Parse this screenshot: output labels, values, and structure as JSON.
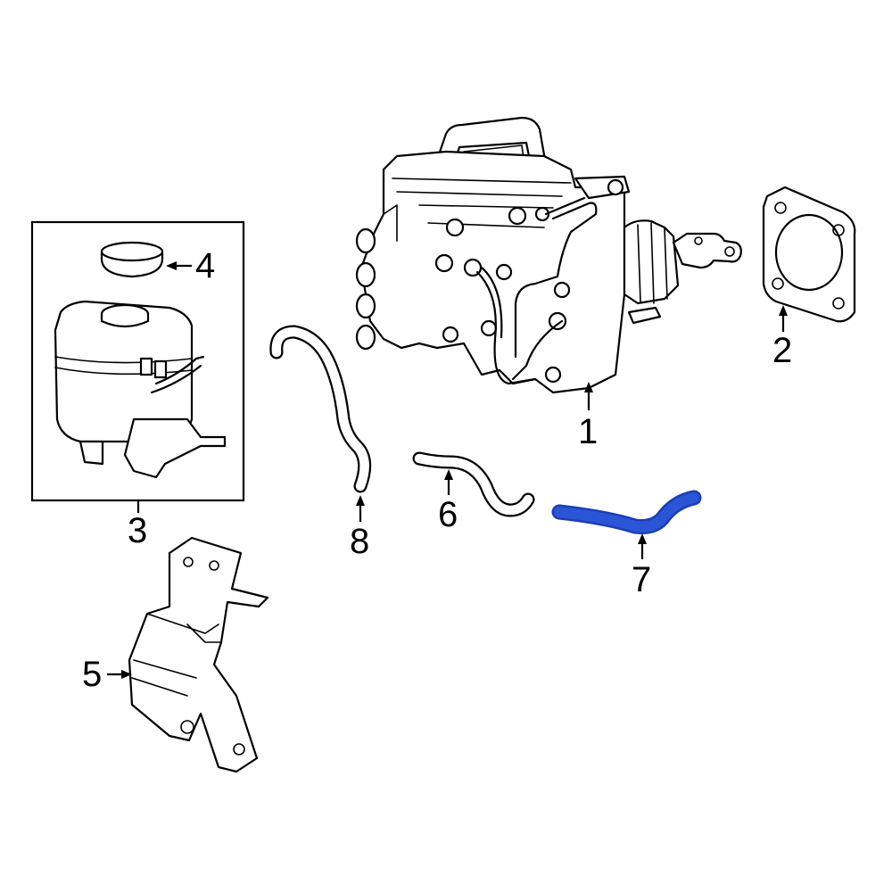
{
  "callouts": [
    {
      "id": "1",
      "label": "1"
    },
    {
      "id": "2",
      "label": "2"
    },
    {
      "id": "3",
      "label": "3"
    },
    {
      "id": "4",
      "label": "4"
    },
    {
      "id": "5",
      "label": "5"
    },
    {
      "id": "6",
      "label": "6"
    },
    {
      "id": "7",
      "label": "7"
    },
    {
      "id": "8",
      "label": "8"
    }
  ],
  "colors": {
    "highlight": "#1a3fb5",
    "highlight_fill": "#2a55d6",
    "line": "#000000",
    "background": "#ffffff"
  },
  "highlighted_part": "7"
}
